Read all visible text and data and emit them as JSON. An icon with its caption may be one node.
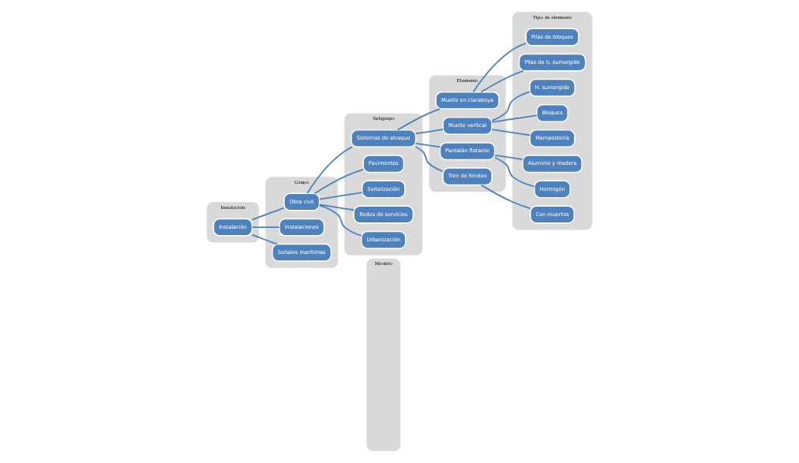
{
  "diagram": {
    "nodes": [
      {
        "text": [
          "Instalación"
        ]
      },
      {
        "text": [
          "Grupo"
        ]
      },
      {
        "text": [
          "Subgrupo"
        ]
      },
      {
        "text": [
          "Elemento"
        ]
      },
      {
        "text": [
          "Tipo de elemento"
        ]
      },
      {
        "text": [
          "Modelo"
        ]
      },
      {
        "text": [
          "Instalación"
        ],
        "in": 0
      },
      {
        "text": [
          "Obra civil"
        ],
        "in": 1
      },
      {
        "text": [
          "Instalaciones"
        ],
        "in": 1
      },
      {
        "text": [
          "Señales marítimas"
        ],
        "in": 1
      },
      {
        "text": [
          "Sistemas de atraque"
        ],
        "in": 2
      },
      {
        "text": [
          "Pavimentos"
        ],
        "in": 2
      },
      {
        "text": [
          "Señalización"
        ],
        "in": 2
      },
      {
        "text": [
          "Redes de servicios"
        ],
        "in": 2
      },
      {
        "text": [
          "Urbanización"
        ],
        "in": 2
      },
      {
        "text": [
          "Muelle en claraboya"
        ],
        "in": 3
      },
      {
        "text": [
          "Muelle vertical"
        ],
        "in": 3
      },
      {
        "text": [
          "Pantalán flotante"
        ],
        "in": 3
      },
      {
        "text": [
          "Tren de fondeo"
        ],
        "in": 3
      },
      {
        "text": [
          "Pilas de bloques"
        ],
        "in": 4
      },
      {
        "text": [
          "Pilas de h. sumergido"
        ],
        "in": 4
      },
      {
        "text": [
          "H. sumergido"
        ],
        "in": 4
      },
      {
        "text": [
          "Bloques"
        ],
        "in": 4
      },
      {
        "text": [
          "Mampostería"
        ],
        "in": 4
      },
      {
        "text": [
          "Aluminio y madera"
        ],
        "in": 4
      },
      {
        "text": [
          "Hormigón"
        ],
        "in": 4
      },
      {
        "text": [
          "Con muertos"
        ],
        "in": 4
      }
    ],
    "edges": [
      {
        "from": 6,
        "to": 7,
        "arrow": "none"
      },
      {
        "from": 6,
        "to": 8,
        "arrow": "none"
      },
      {
        "from": 6,
        "to": 9,
        "arrow": "none"
      },
      {
        "from": 7,
        "to": 10,
        "arrow": "none"
      },
      {
        "from": 7,
        "to": 11,
        "arrow": "none"
      },
      {
        "from": 7,
        "to": 12,
        "arrow": "none"
      },
      {
        "from": 7,
        "to": 13,
        "arrow": "none"
      },
      {
        "from": 7,
        "to": 14,
        "arrow": "none"
      },
      {
        "from": 10,
        "to": 15,
        "arrow": "none"
      },
      {
        "from": 10,
        "to": 16,
        "arrow": "none"
      },
      {
        "from": 10,
        "to": 17,
        "arrow": "none"
      },
      {
        "from": 10,
        "to": 18,
        "arrow": "none"
      },
      {
        "from": 15,
        "to": 19,
        "arrow": "none"
      },
      {
        "from": 15,
        "to": 20,
        "arrow": "none"
      },
      {
        "from": 16,
        "to": 21,
        "arrow": "none"
      },
      {
        "from": 16,
        "to": 22,
        "arrow": "none"
      },
      {
        "from": 16,
        "to": 23,
        "arrow": "none"
      },
      {
        "from": 17,
        "to": 24,
        "arrow": "none"
      },
      {
        "from": 17,
        "to": 25,
        "arrow": "none"
      },
      {
        "from": 18,
        "to": 26,
        "arrow": "none"
      }
    ]
  }
}
